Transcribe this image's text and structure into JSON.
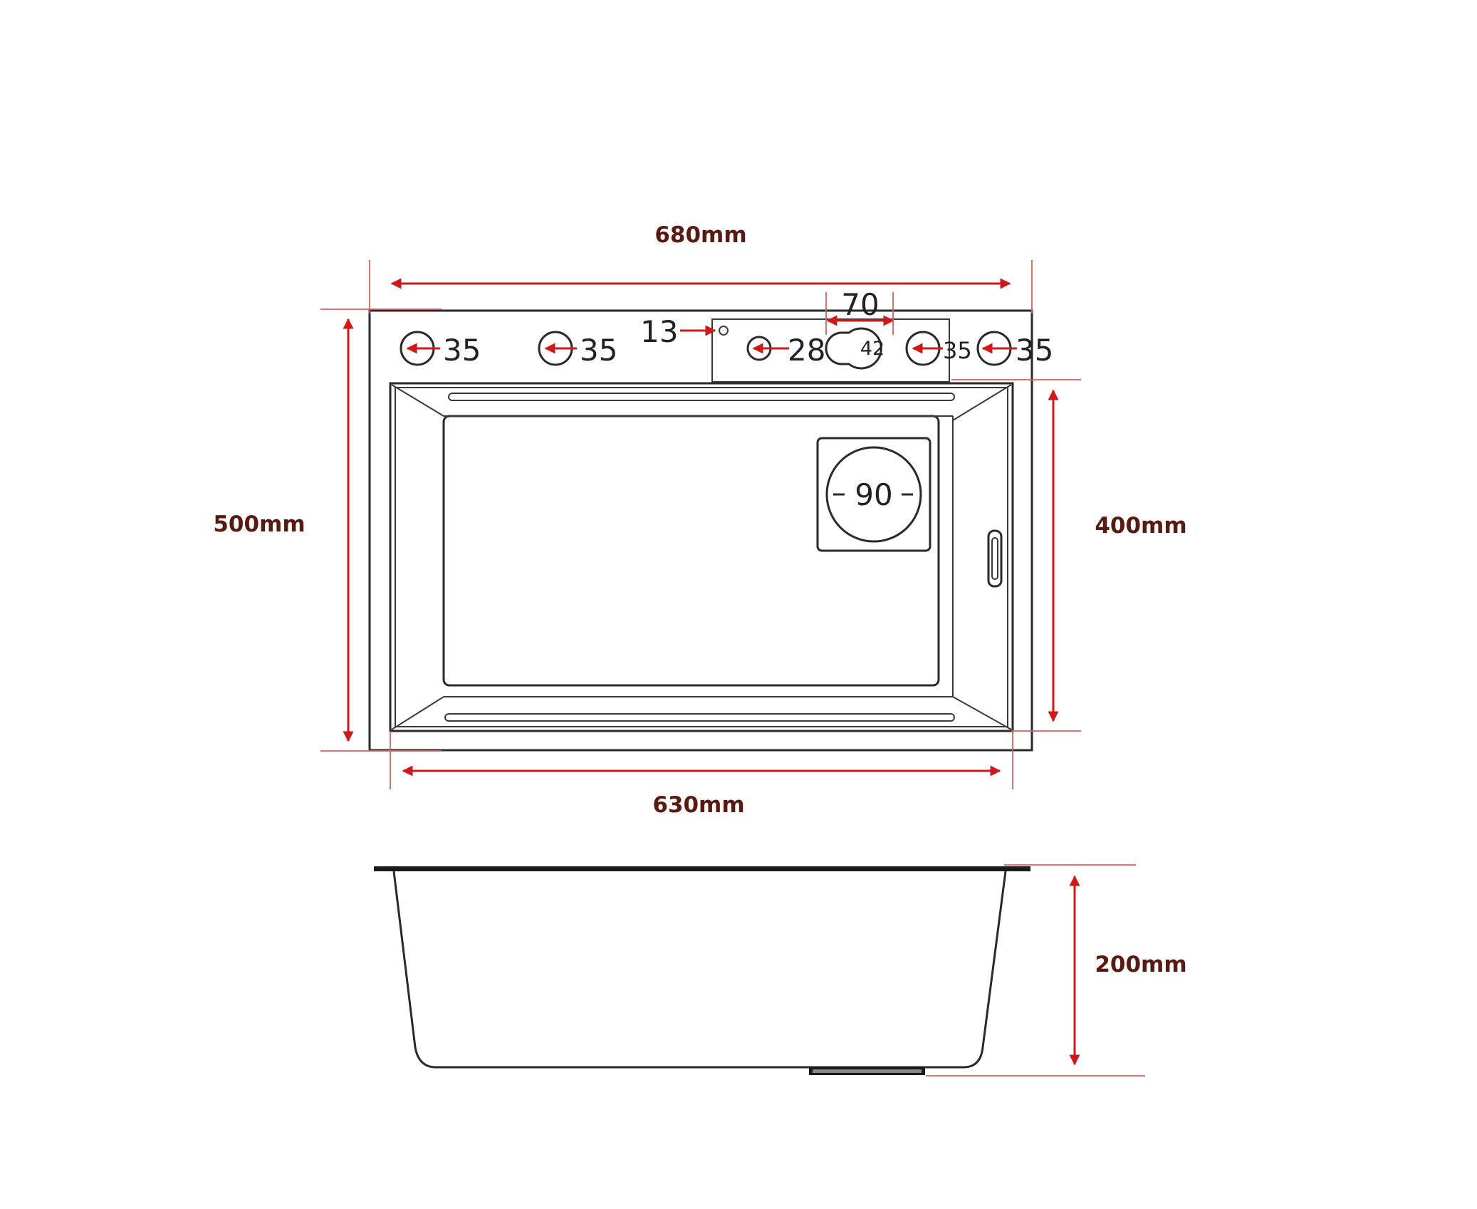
{
  "dimensions": {
    "top_width": "680mm",
    "bottom_width": "630mm",
    "left_height": "500mm",
    "right_height": "400mm",
    "depth": "200mm"
  },
  "holes": {
    "hole_1": "35",
    "hole_2": "35",
    "small_hole": "13",
    "hole_3": "28",
    "keyhole_width": "70",
    "keyhole_diameter": "42",
    "hole_4": "35",
    "hole_5": "35",
    "drain": "90"
  },
  "colors": {
    "dimension_red": "#d01818",
    "label_brown": "#5a1a12",
    "outline": "#2a2a2a"
  }
}
